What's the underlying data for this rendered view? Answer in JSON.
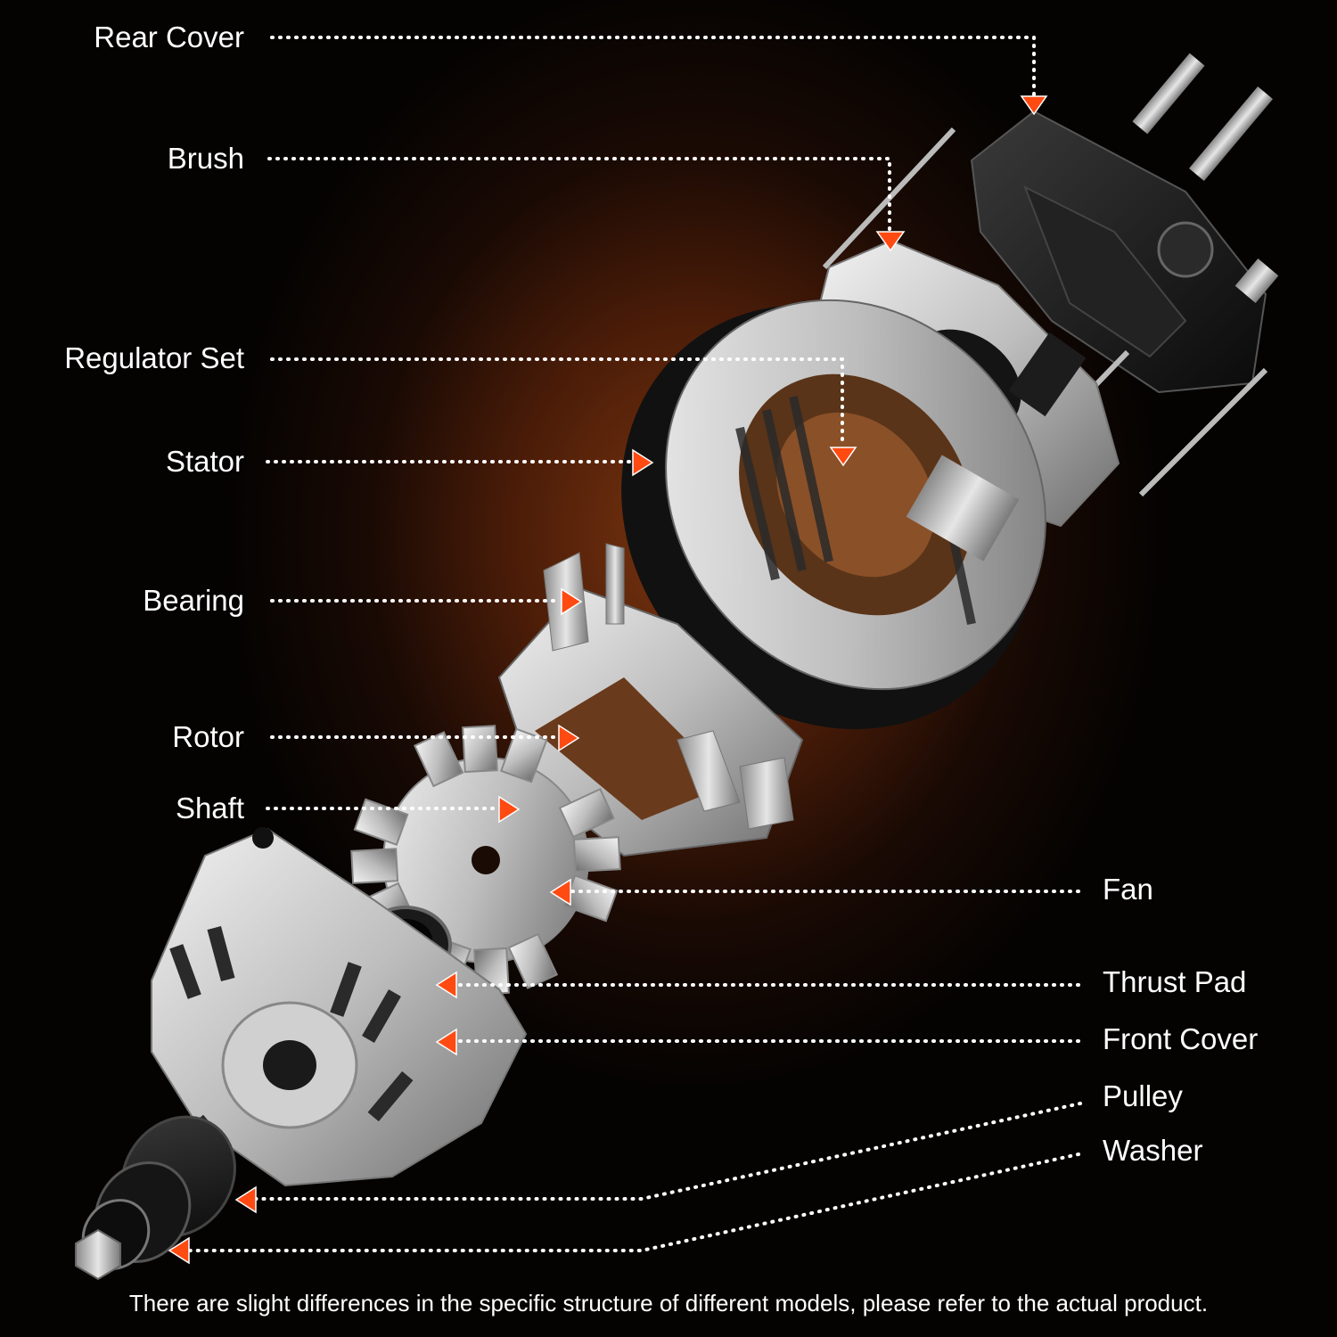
{
  "labels": {
    "rear_cover": "Rear Cover",
    "brush": "Brush",
    "regulator_set": "Regulator Set",
    "stator": "Stator",
    "bearing": "Bearing",
    "rotor": "Rotor",
    "shaft": "Shaft",
    "fan": "Fan",
    "thrust_pad": "Thrust Pad",
    "front_cover": "Front Cover",
    "pulley": "Pulley",
    "washer": "Washer"
  },
  "footer_note": "There are slight differences in the specific structure of different models, please refer to the actual product.",
  "colors": {
    "background_glow": "#7a3510",
    "arrow": "#ff4a12",
    "leader_line": "#ffffff",
    "metal": "#c8c8c8",
    "dark_part": "#1a1a1a",
    "copper": "#b06a3a"
  }
}
